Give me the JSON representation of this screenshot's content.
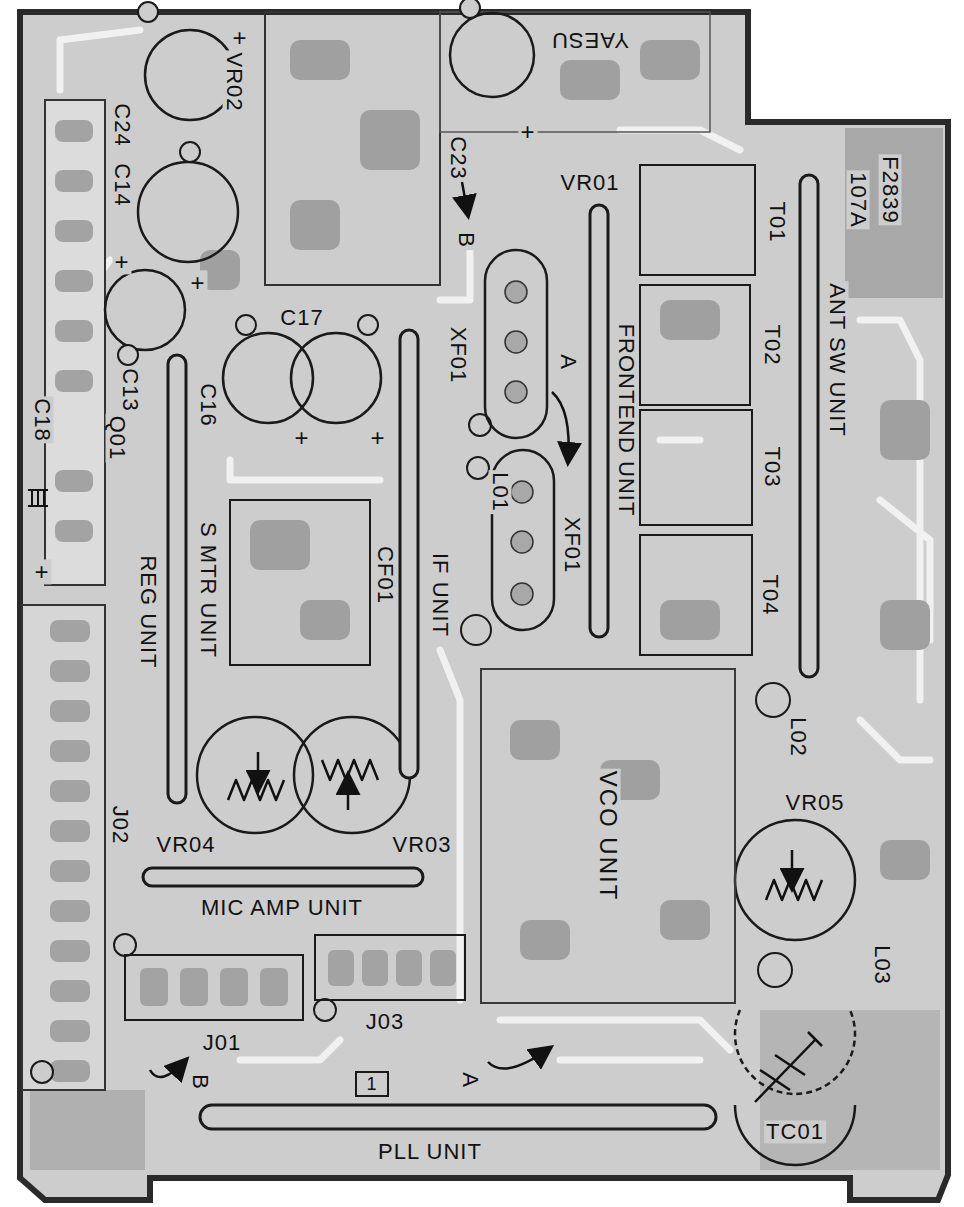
{
  "diagram": {
    "nodes": [
      {
        "text": [
          "VCO UNIT"
        ]
      }
    ],
    "labels": [
      "+",
      "YAESU",
      "+",
      "VR02",
      "C24",
      "C14",
      "C23",
      "B",
      "VR01",
      "F2839",
      "107A",
      "T01",
      "+",
      "+",
      "C17",
      "XF01",
      "T02",
      "ANT SW UNIT",
      "C13",
      "C16",
      "Q01",
      "C18",
      "A",
      "FRONTEND UNIT",
      "+",
      "+",
      "T03",
      "L01",
      "XF01",
      "CF01",
      "S MTR UNIT",
      "IF UNIT",
      "+",
      "REG UNIT",
      "T04",
      "L02",
      "VR05",
      "J02",
      "VR04",
      "VR03",
      "MIC AMP UNIT",
      "L03",
      "J03",
      "J01",
      "B",
      "1",
      "A",
      "TC01",
      "PLL UNIT"
    ]
  }
}
